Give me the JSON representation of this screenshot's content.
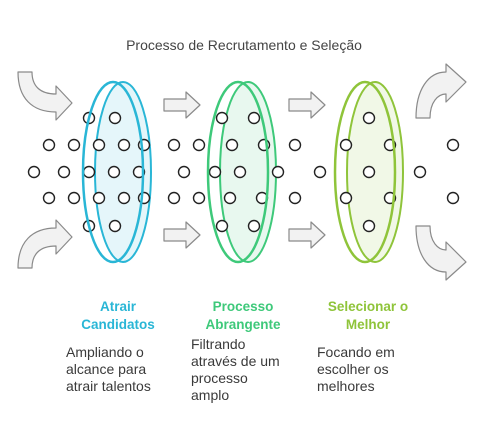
{
  "title": "Processo de Recrutamento e Seleção",
  "colors": {
    "stage1": "#29b6d6",
    "stage2": "#3ec97a",
    "stage3": "#8fc43a",
    "arrow_fill": "#f2f2f2",
    "arrow_stroke": "#8a8a8a",
    "dot_stroke": "#222222"
  },
  "stages": [
    {
      "title_line1": "Atrair",
      "title_line2": "Candidatos",
      "desc": [
        "Ampliando o",
        "alcance para",
        "atrair talentos"
      ]
    },
    {
      "title_line1": "Processo",
      "title_line2": "Abrangente",
      "desc": [
        "Filtrando",
        "através de um",
        "processo",
        "amplo"
      ]
    },
    {
      "title_line1": "Selecionar o",
      "title_line2": "Melhor",
      "desc": [
        "Focando em",
        "escolher os",
        "melhores"
      ]
    }
  ]
}
